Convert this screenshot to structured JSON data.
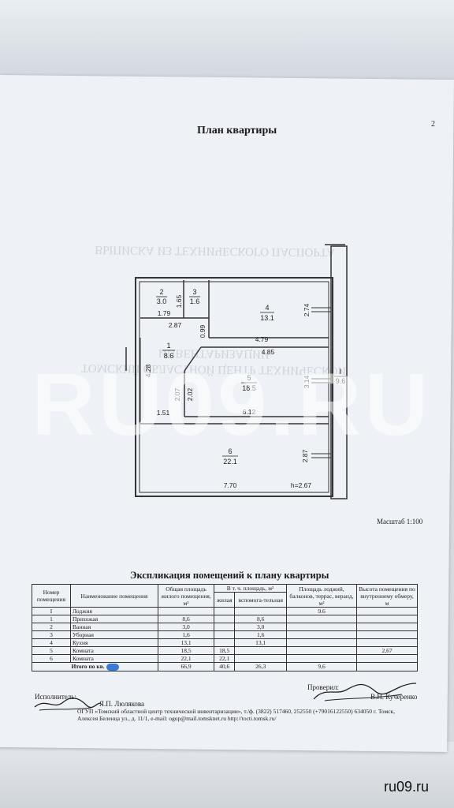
{
  "page_number": "2",
  "plan_title": "План квартиры",
  "ghost_lines": [
    "ТОМСКИЙ ОБЛАСТНОЙ ЦЕНТР ТЕХНИЧЕСКОЙ",
    "ИНВЕНТАРИЗАЦИИ",
    "ВЫПИСКА ИЗ ТЕХНИЧЕСКОГО ПАСПОРТА"
  ],
  "watermark": "RU09.RU",
  "rooms": [
    {
      "num": "2",
      "area": "3.0"
    },
    {
      "num": "3",
      "area": "1.6"
    },
    {
      "num": "4",
      "area": "13.1"
    },
    {
      "num": "1",
      "area": "8.6"
    },
    {
      "num": "5",
      "area": "18.5"
    },
    {
      "num": "6",
      "area": "22.1"
    },
    {
      "num": "I",
      "area": "9.6"
    }
  ],
  "dims": {
    "d165": "1.65",
    "d179": "1.79",
    "d287a": "2.87",
    "d099": "0.99",
    "d274": "2.74",
    "d479": "4.79",
    "d485": "4.85",
    "d428": "4.28",
    "d207": "2.07",
    "d202": "2.02",
    "d314": "3.14",
    "d151": "1.51",
    "d612": "6.12",
    "d287b": "2.87",
    "d770": "7.70",
    "height": "h=2.67"
  },
  "scale": "Масштаб 1:100",
  "explication_title": "Экспликация помещений к плану квартиры",
  "table": {
    "headers": {
      "num": "Номер помещения",
      "name": "Наименование помещения",
      "total": "Общая площадь жилого помещения, м²",
      "incl": "В т. ч. площадь, м²",
      "living": "жилая",
      "aux": "вспомога-тельная",
      "loggia": "Площадь лоджий, балконов, террас, веранд, м²",
      "height": "Высота помещения по внутреннему обмеру, м"
    },
    "rows": [
      {
        "num": "I",
        "name": "Лоджия",
        "total": "",
        "living": "",
        "aux": "",
        "loggia": "9.6",
        "height": ""
      },
      {
        "num": "1",
        "name": "Прихожая",
        "total": "8,6",
        "living": "",
        "aux": "8,6",
        "loggia": "",
        "height": ""
      },
      {
        "num": "2",
        "name": "Ванная",
        "total": "3,0",
        "living": "",
        "aux": "3,0",
        "loggia": "",
        "height": ""
      },
      {
        "num": "3",
        "name": "Уборная",
        "total": "1,6",
        "living": "",
        "aux": "1,6",
        "loggia": "",
        "height": ""
      },
      {
        "num": "4",
        "name": "Кухня",
        "total": "13,1",
        "living": "",
        "aux": "13,1",
        "loggia": "",
        "height": ""
      },
      {
        "num": "5",
        "name": "Комната",
        "total": "18,5",
        "living": "18,5",
        "aux": "",
        "loggia": "",
        "height": "2,67"
      },
      {
        "num": "6",
        "name": "Комната",
        "total": "22,1",
        "living": "22,1",
        "aux": "",
        "loggia": "",
        "height": ""
      }
    ],
    "total_row": {
      "label": "Итого по кв.",
      "total": "66,9",
      "living": "40,6",
      "aux": "26,3",
      "loggia": "9,6"
    }
  },
  "signatures": {
    "executor_label": "Исполнитель:",
    "executor_name": "Я.П. Люлякова",
    "checker_label": "Проверил:",
    "checker_name": "В.Н. Кучеренко"
  },
  "organization": "ОГУП «Томский областной центр технической инвентаризации», т./ф. (3822) 517460, 252550 (+79016122550) 634050 г. Томск, Алексея Беленца ул., д. 11/1, e-mail: ogup@mail.tomsknet.ru http://tocti.tomsk.ru/",
  "brand": "ru09.ru",
  "colors": {
    "ink": "#222222",
    "blot": "#3a7bd5",
    "paper": "#eef1f5"
  }
}
